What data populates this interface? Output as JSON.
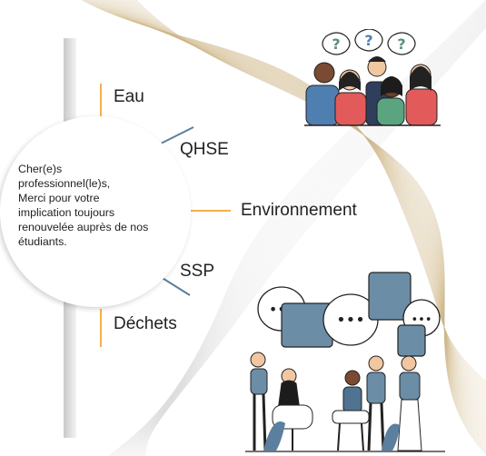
{
  "message": {
    "line1": "Cher(e)s",
    "line2": "professionnel(le)s,",
    "line3": "Merci pour votre",
    "line4": "implication toujours",
    "line5": "renouvelée auprès de nos",
    "line6": "étudiants."
  },
  "topics": {
    "eau": "Eau",
    "qhse": "QHSE",
    "environnement": "Environnement",
    "ssp": "SSP",
    "dechets": "Déchets"
  },
  "colors": {
    "accent_orange": "#f5b04a",
    "accent_blue": "#5b7f9e",
    "wave_gold": "#d9b36a",
    "wave_gray": "#b9b9b9"
  },
  "illustrations": {
    "top": "confused-people-question-marks",
    "bottom": "group-discussion-speech-bubbles"
  }
}
